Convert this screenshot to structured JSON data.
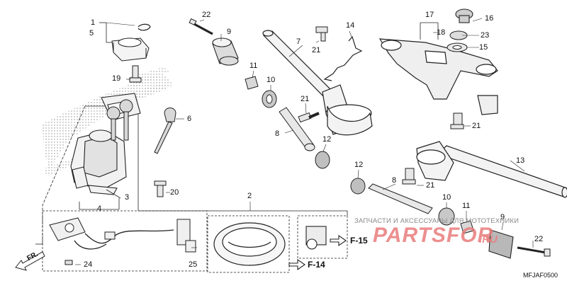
{
  "labels": {
    "p1": "1",
    "p2": "2",
    "p3": "3",
    "p4": "4",
    "p5": "5",
    "p6": "6",
    "p7": "7",
    "p8a": "8",
    "p8b": "8",
    "p9a": "9",
    "p9b": "9",
    "p10a": "10",
    "p10b": "10",
    "p11a": "11",
    "p11b": "11",
    "p12a": "12",
    "p12b": "12",
    "p13": "13",
    "p14": "14",
    "p15": "15",
    "p16": "16",
    "p17": "17",
    "p18": "18",
    "p19": "19",
    "p20": "20",
    "p21a": "21",
    "p21b": "21",
    "p21c": "21",
    "p21d": "21",
    "p22a": "22",
    "p22b": "22",
    "p23": "23",
    "p24": "24",
    "p25": "25"
  },
  "refs": {
    "f15": "F-15",
    "f14": "F-14"
  },
  "direction": "FR.",
  "diagram_code": "MFJAF0500",
  "watermark": {
    "tagline": "ЗАПЧАСТИ И АКСЕССУАРЫ ДЛЯ МОТОТЕХНИКИ",
    "brand": "PARTSFOR",
    "domain": ".RU"
  },
  "colors": {
    "line": "#222222",
    "watermark": "#e97c7c",
    "hatch": "#9a9a9a"
  }
}
